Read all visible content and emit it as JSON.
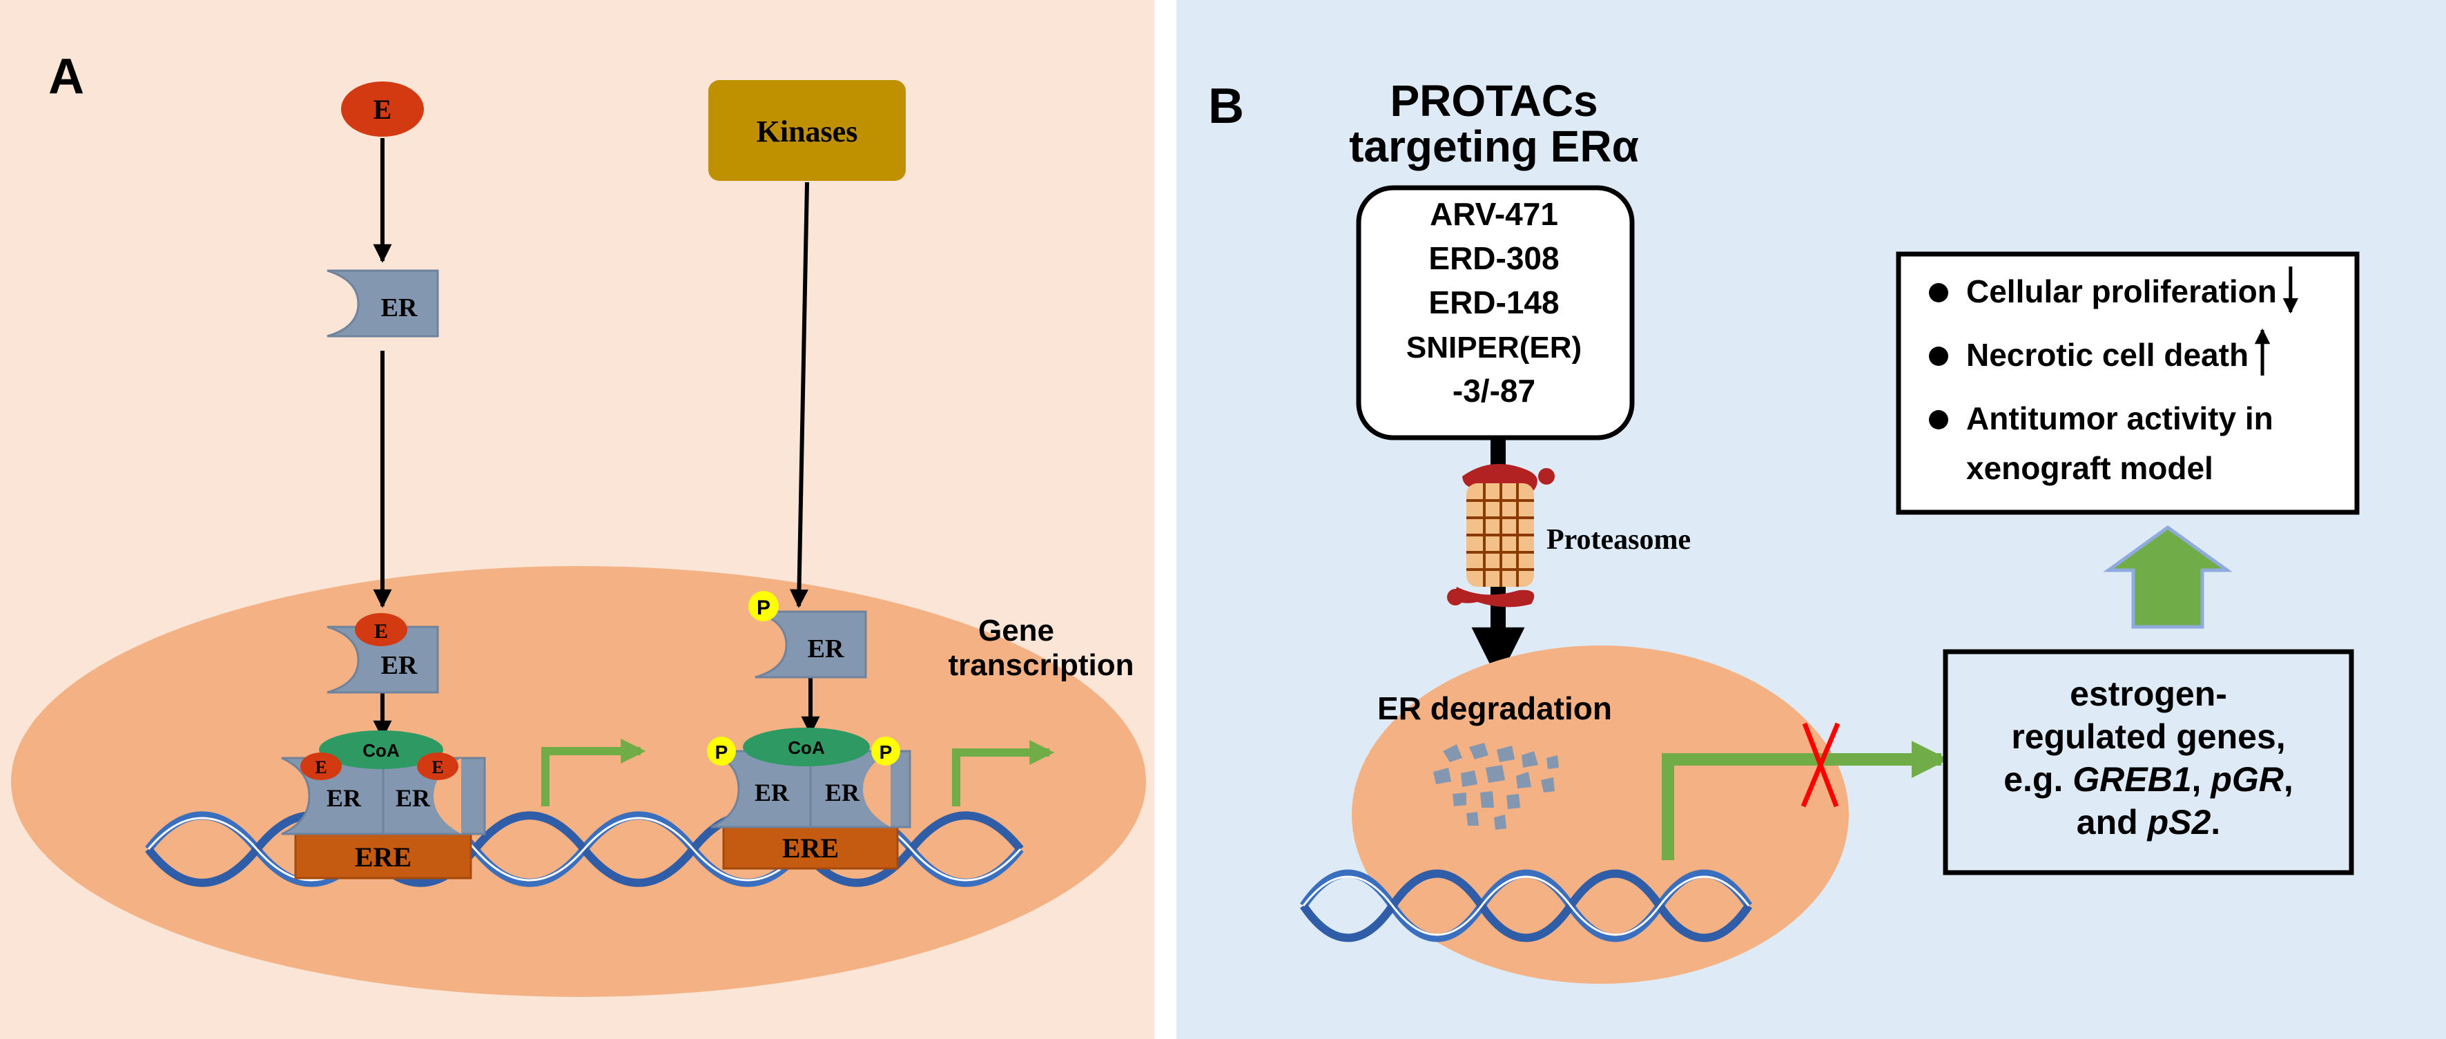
{
  "panel_a": {
    "label": "A",
    "estrogen": "E",
    "kinases": "Kinases",
    "receptor": "ER",
    "phospho": "P",
    "coactivator": "CoA",
    "response_element": "ERE",
    "gene_transcription_line1": "Gene",
    "gene_transcription_line2": "transcription"
  },
  "panel_b": {
    "label": "B",
    "title_line1": "PROTACs",
    "title_line2": "targeting ERα",
    "protacs": [
      "ARV-471",
      "ERD-308",
      "ERD-148",
      "SNIPER(ER)",
      "-3/-87"
    ],
    "proteasome": "Proteasome",
    "er_degradation": "ER degradation",
    "genes_box": {
      "line1": "estrogen-",
      "line2": "regulated genes,",
      "line3_prefix": "e.g. ",
      "gene1": "GREB1",
      "sep1": ", ",
      "gene2": "pGR",
      "sep2": ",",
      "line4_prefix": "and ",
      "gene3": "pS2",
      "line4_suffix": "."
    },
    "effects": [
      {
        "text": "Cellular proliferation",
        "arrow": "down"
      },
      {
        "text": "Necrotic cell death",
        "arrow": "up"
      },
      {
        "text": "Antitumor activity in",
        "arrow": ""
      },
      {
        "text": "xenograft model",
        "arrow": ""
      }
    ]
  },
  "colors": {
    "panel_a_bg": "#fbe5d6",
    "panel_b_bg": "#deebf7",
    "nucleus": "#f4b183",
    "estrogen": "#d33a12",
    "kinases": "#bf9000",
    "receptor": "#8497b0",
    "coactivator": "#2e9a63",
    "ere": "#c55a11",
    "phospho": "#ffff00",
    "transcription_arrow": "#70ad47",
    "dna": "#3a6fc0",
    "inhibit_x": "#ff0000"
  }
}
